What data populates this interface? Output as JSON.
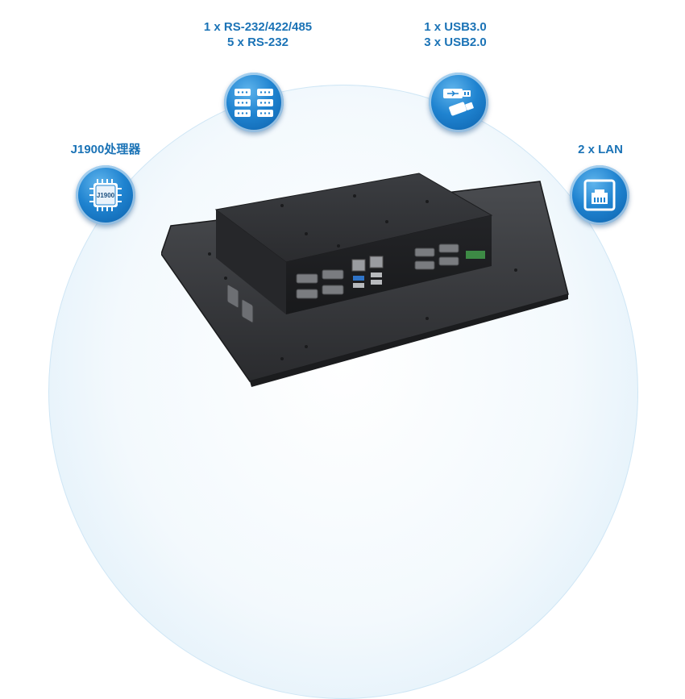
{
  "features": {
    "serial": {
      "line1": "1 x RS-232/422/485",
      "line2": "5 x RS-232",
      "icon": "serial-port-icon"
    },
    "usb": {
      "line1": "1 x USB3.0",
      "line2": "3 x USB2.0",
      "icon": "usb-icon"
    },
    "cpu": {
      "label": "J1900处理器",
      "chip_text": "J1900",
      "icon": "cpu-chip-icon"
    },
    "lan": {
      "label": "2 x LAN",
      "icon": "ethernet-port-icon"
    }
  },
  "colors": {
    "label_blue": "#1b73b6",
    "icon_blue": "#1f83d0",
    "device_dark": "#2e3033"
  }
}
